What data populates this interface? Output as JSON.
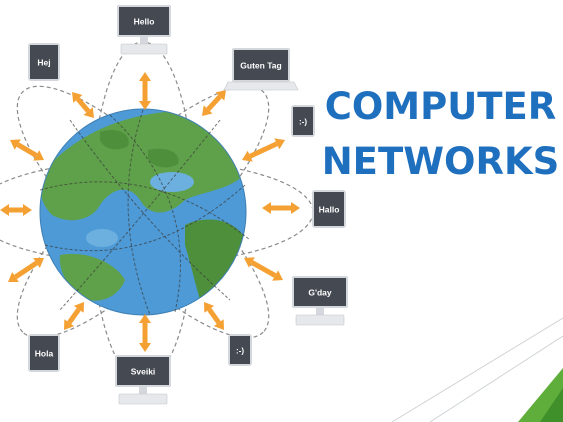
{
  "slide": {
    "title_line_1": "COMPUTER",
    "title_line_2": "NETWORKS"
  },
  "devices": [
    {
      "id": "hello",
      "kind": "desktop",
      "greeting": "Hello"
    },
    {
      "id": "hej",
      "kind": "tablet",
      "greeting": "Hej"
    },
    {
      "id": "guten-tag",
      "kind": "laptop",
      "greeting": "Guten Tag"
    },
    {
      "id": "smiley-top",
      "kind": "phone",
      "greeting": ":-)"
    },
    {
      "id": "hallo",
      "kind": "tablet",
      "greeting": "Hallo"
    },
    {
      "id": "gday",
      "kind": "desktop",
      "greeting": "G'day"
    },
    {
      "id": "smiley-bottom",
      "kind": "phone",
      "greeting": ":-)"
    },
    {
      "id": "sveiki",
      "kind": "desktop",
      "greeting": "Sveiki"
    },
    {
      "id": "hola",
      "kind": "tablet",
      "greeting": "Hola"
    }
  ],
  "colors": {
    "title": "#1f6fbf",
    "ocean": "#4d9ad6",
    "land": "#5fa14a",
    "arrow": "#f5a033",
    "device_screen": "#454a52",
    "device_body": "#d4d7dc",
    "orbit": "#8a8a8a",
    "accent_green": "#5fae3c"
  }
}
